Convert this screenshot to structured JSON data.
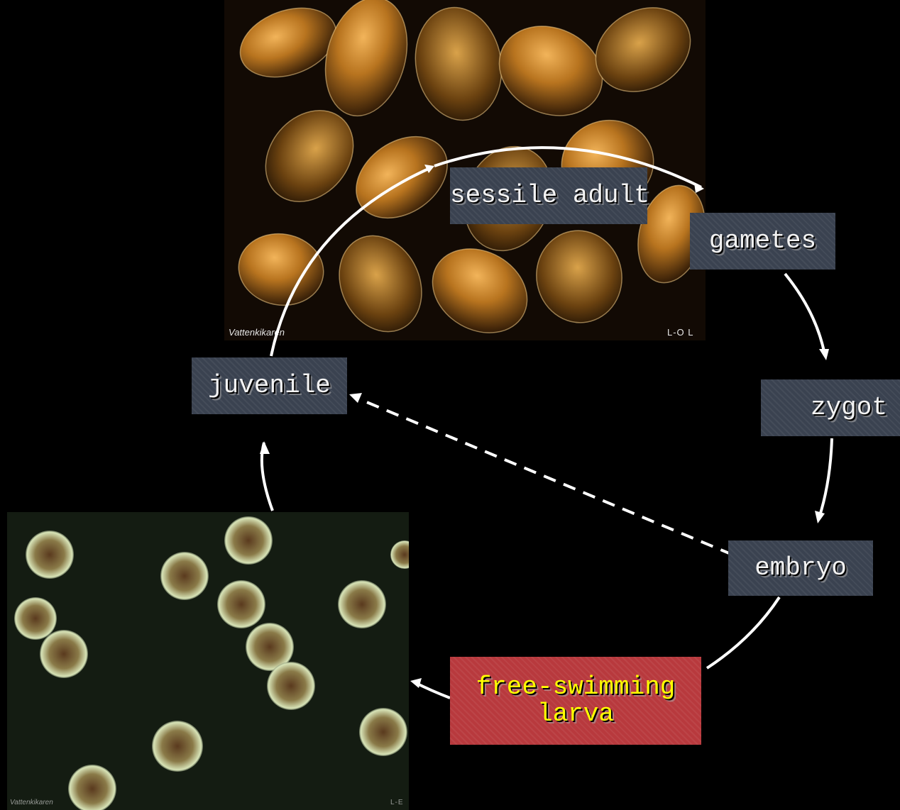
{
  "photos": {
    "adult": {
      "credit_left": "Vattenkikaren",
      "credit_right": "L-O L"
    },
    "larvae": {
      "credit_left": "Vattenkikaren",
      "credit_right": "L-E"
    }
  },
  "stages": {
    "sessile_adult": "sessile adult",
    "gametes": "gametes",
    "zygot": "zygot",
    "embryo": "embryo",
    "larva": "free-swimming\nlarva",
    "juvenile": "juvenile"
  },
  "colors": {
    "stage_box": "#3a4250",
    "highlight_box": "#b8393d",
    "highlight_text": "#ffff00",
    "arrow": "#ffffff"
  }
}
